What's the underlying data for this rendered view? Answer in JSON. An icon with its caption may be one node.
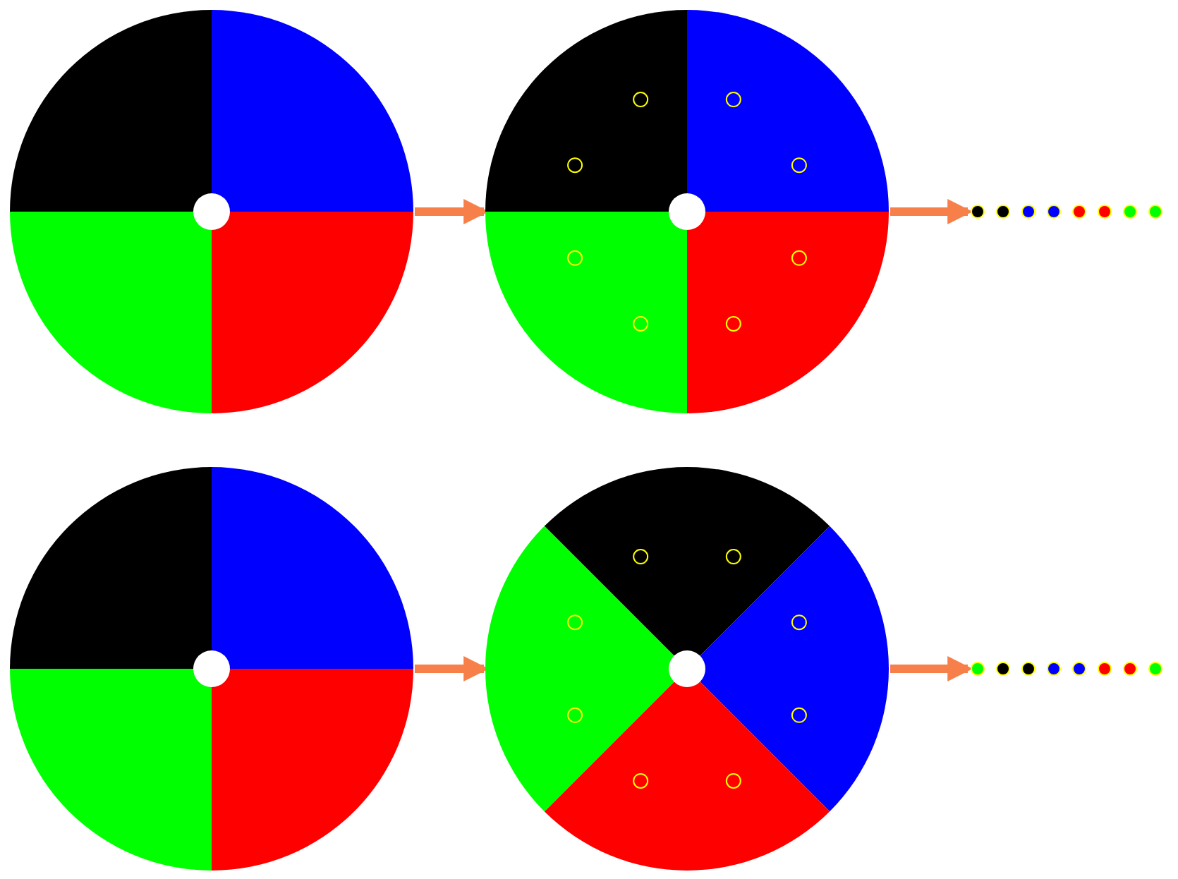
{
  "diagram": {
    "nodes": [
      {
        "text": [],
        "shape": "circle"
      },
      {
        "text": [],
        "shape": "circle"
      },
      {
        "text": [],
        "shape": "dots"
      },
      {
        "text": [],
        "shape": "circle"
      },
      {
        "text": [],
        "shape": "circle"
      },
      {
        "text": [],
        "shape": "dots"
      }
    ],
    "edges": [
      {
        "from": 0,
        "to": 1,
        "arrow": "to"
      },
      {
        "from": 1,
        "to": 2,
        "arrow": "to"
      },
      {
        "from": 3,
        "to": 4,
        "arrow": "to"
      },
      {
        "from": 4,
        "to": 5,
        "arrow": "to"
      }
    ]
  }
}
